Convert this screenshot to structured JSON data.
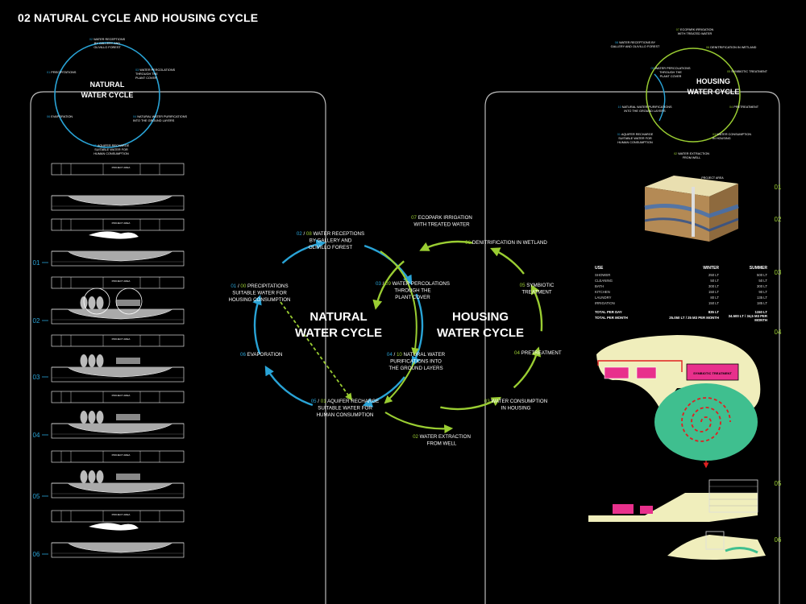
{
  "title": "02 NATURAL CYCLE AND HOUSING CYCLE",
  "colors": {
    "natural": "#29a3d6",
    "housing": "#9acd32",
    "frame": "#bbbbbb",
    "cream": "#f0eebc",
    "wetland": "#3fbf8f",
    "pipe": "#e02020",
    "tank": "#e8308c"
  },
  "main_diagram": {
    "natural_title": [
      "NATURAL",
      "WATER CYCLE"
    ],
    "housing_title": [
      "HOUSING",
      "WATER CYCLE"
    ],
    "natural_steps": [
      {
        "num_a": "02",
        "num_b": "08",
        "lines": [
          "WATER RECEPTIONS",
          "BY GALLERY AND",
          "OLIVILLO FOREST"
        ]
      },
      {
        "num_a": "03",
        "num_b": "09",
        "lines": [
          "WATER PERCOLATIONS",
          "THROUGH THE",
          "PLANT COVER"
        ]
      },
      {
        "num_a": "04",
        "num_b": "10",
        "lines": [
          "NATURAL WATER",
          "PURIFICATIONS INTO",
          "THE GROUND LAYERS"
        ]
      },
      {
        "num_a": "05",
        "num_b": "01",
        "lines": [
          "AQUIFER RECHARGE",
          "SUITABLE WATER FOR",
          "HUMAN CONSUMPTION"
        ]
      },
      {
        "num_a": "06",
        "num_b": "",
        "lines": [
          "EVAPORATION"
        ]
      },
      {
        "num_a": "01",
        "num_b": "00",
        "lines": [
          "PRECIPITATIONS",
          "SUITABLE WATER FOR",
          "HOUSING CONSUMPTION"
        ]
      }
    ],
    "housing_steps": [
      {
        "num": "07",
        "lines": [
          "ECOPARK IRRIGATION",
          "WITH TREATED WATER"
        ]
      },
      {
        "num": "06",
        "lines": [
          "DENITRIFICATION IN WETLAND"
        ]
      },
      {
        "num": "05",
        "lines": [
          "SYMBIOTIC",
          "TREATMENT"
        ]
      },
      {
        "num": "04",
        "lines": [
          "PRETREATMENT"
        ]
      },
      {
        "num": "03",
        "lines": [
          "WATER CONSUMPTION",
          "IN HOUSING"
        ]
      },
      {
        "num": "02",
        "lines": [
          "WATER EXTRACTION",
          "FROM WELL"
        ]
      }
    ]
  },
  "small_natural": {
    "title": [
      "NATURAL",
      "WATER CYCLE"
    ],
    "steps": [
      {
        "num": "02",
        "lines": [
          "WATER RECEPTIONS",
          "BY GALLERY AND",
          "OLIVILLO FOREST"
        ]
      },
      {
        "num": "03",
        "lines": [
          "WATER PERCOLATIONS",
          "THROUGH THE",
          "PLANT COVER"
        ]
      },
      {
        "num": "04",
        "lines": [
          "NATURAL WATER PURIFICATIONS",
          "INTO THE GROUND LAYERS"
        ]
      },
      {
        "num": "05",
        "lines": [
          "AQUIFER RECHARGE",
          "SUITABLE WATER FOR",
          "HUMAN CONSUMPTION"
        ]
      },
      {
        "num": "06",
        "lines": [
          "EVAPORATION"
        ]
      },
      {
        "num": "01",
        "lines": [
          "PRECIPITATIONS"
        ]
      }
    ]
  },
  "small_housing": {
    "title": [
      "HOUSING",
      "WATER CYCLE"
    ],
    "steps": [
      {
        "num": "07",
        "lines": [
          "ECOPARK IRRIGATION",
          "WITH TREATED WATER"
        ]
      },
      {
        "num": "06",
        "lines": [
          "DENITRIFICATION IN WETLAND"
        ]
      },
      {
        "num": "05",
        "lines": [
          "SYMBIOTIC TREATMENT"
        ]
      },
      {
        "num": "04",
        "lines": [
          "PRETREATMENT"
        ]
      },
      {
        "num": "03",
        "lines": [
          "WATER CONSUMPTION",
          "IN HOUSING"
        ]
      },
      {
        "num": "02",
        "lines": [
          "WATER EXTRACTION",
          "FROM WELL"
        ]
      },
      {
        "num": "01",
        "lines": [
          "AQUIFER RECHARGE",
          "SUITABLE WATER FOR",
          "HUMAN CONSUMPTION"
        ]
      },
      {
        "num": "10",
        "lines": [
          "NATURAL WATER PURIFICATIONS",
          "INTO THE GROUND LAYERS"
        ]
      },
      {
        "num": "09",
        "lines": [
          "WATER PERCOLATIONS",
          "THROUGH THE",
          "PLANT COVER"
        ]
      },
      {
        "num": "08",
        "lines": [
          "WATER RECEPTIONS BY",
          "GALLERY AND OLIVILLO FOREST"
        ]
      }
    ]
  },
  "left_markers": [
    "01",
    "02",
    "03",
    "04",
    "05",
    "06"
  ],
  "right_markers": [
    "01",
    "02",
    "03",
    "04",
    "05",
    "06"
  ],
  "section_label": "PROJECT AREA",
  "block_label": "PROJECT AREA",
  "treatment_label": "SYMBIOTIC TREATMENT",
  "consumption_table": {
    "headers": [
      "USE",
      "WINTER",
      "SUMMER"
    ],
    "rows": [
      [
        "SHOWER",
        "250 LT",
        "500 LT"
      ],
      [
        "CLEANING",
        "50 LT",
        "50 LT"
      ],
      [
        "BATH",
        "300 LT",
        "300 LT"
      ],
      [
        "KITCHEN",
        "150 LT",
        "90 LT"
      ],
      [
        "LAUNDRY",
        "80 LT",
        "135 LT"
      ],
      [
        "IRRIGATION",
        "150 LT",
        "185 LT"
      ]
    ],
    "total_day": [
      "TOTAL PER DAY",
      "835 LT",
      "1150 LT"
    ],
    "total_month": [
      "TOTAL PER MONTH",
      "25.050 LT / 25 M3 PER MONTH",
      "34.500 LT / 34,5 M3 PER MONTH"
    ]
  }
}
